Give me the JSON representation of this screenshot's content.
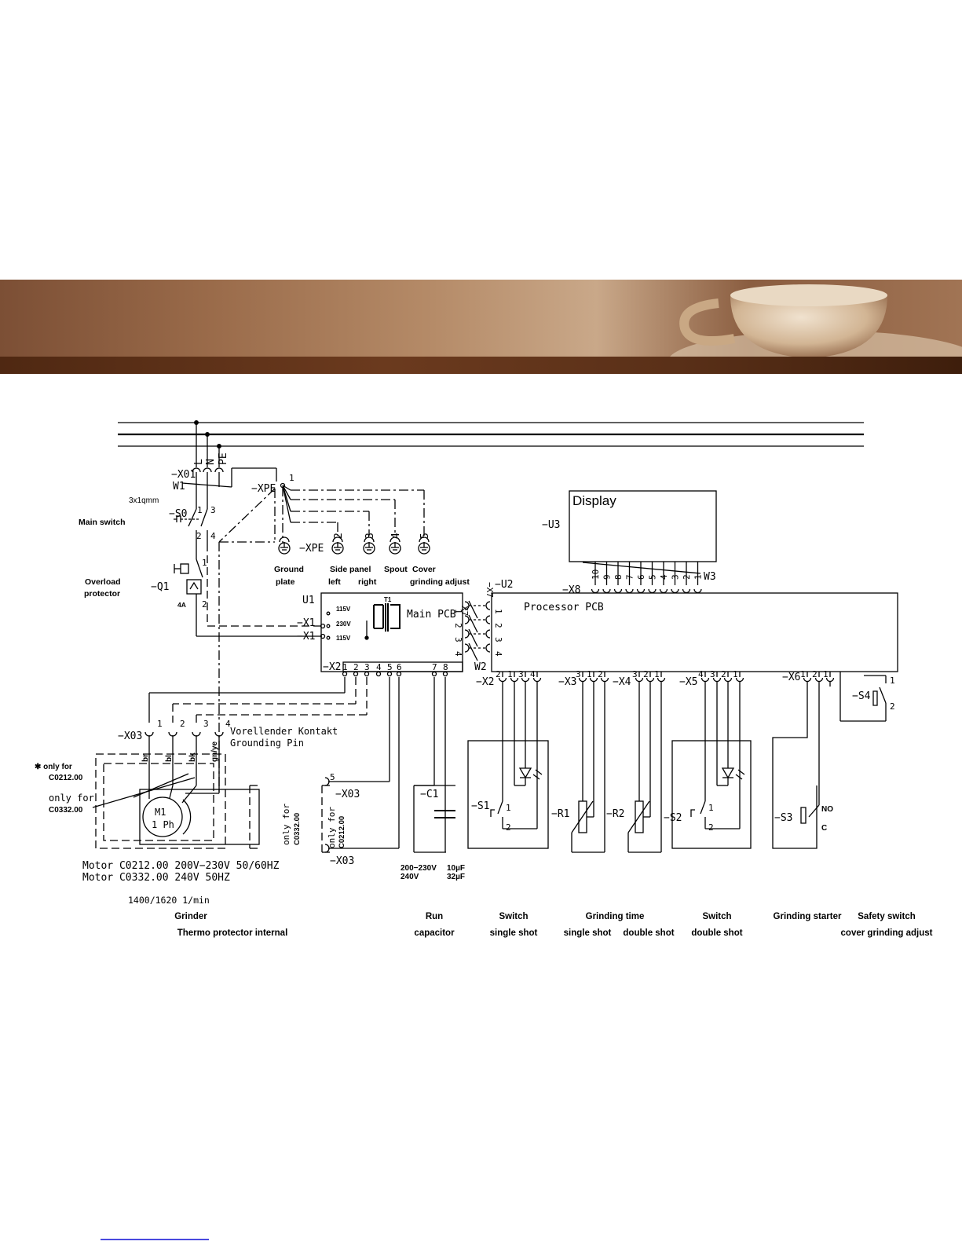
{
  "diagram": {
    "supply": {
      "l": "L",
      "n": "N",
      "pe": "PE",
      "x01": "−X01",
      "w1": "W1",
      "cable": "3x1qmm"
    },
    "xpe": "−XPE",
    "xpe2": "−XPE",
    "main_switch": {
      "label": "Main switch",
      "ref": "−S0",
      "p1": "1",
      "p2": "2",
      "p3": "3",
      "p4": "4"
    },
    "overload": {
      "label1": "Overload",
      "label2": "protector",
      "ref": "−Q1",
      "rating": "4A",
      "p1": "1",
      "p2": "2"
    },
    "grounds": [
      {
        "num": "",
        "label1": "Ground",
        "label2": "plate"
      },
      {
        "num": "2",
        "label1": "Side",
        "label2": "left"
      },
      {
        "num": "3",
        "label1": "panel",
        "label2": "right"
      },
      {
        "num": "4",
        "label1": "Spout",
        "label2": ""
      },
      {
        "num": "5",
        "label1": "Cover",
        "label2": "grinding adjust"
      }
    ],
    "xpe_pin": "1",
    "display": {
      "title": "Display",
      "ref": "−U3",
      "w3": "W3",
      "x8": "−X8",
      "pins": [
        "10",
        "9",
        "8",
        "7",
        "6",
        "5",
        "4",
        "3",
        "2",
        "1"
      ]
    },
    "main_pcb": {
      "u1": "U1",
      "title": "Main PCB",
      "x1a": "−X1",
      "x1b": "−X1",
      "x2": "−X2",
      "v115a": "115V",
      "v230": "230V",
      "v115b": "115V",
      "t1": "T1",
      "pins": [
        "1",
        "2",
        "3",
        "4",
        "5",
        "6",
        "7",
        "8"
      ]
    },
    "proc_pcb": {
      "title": "Processor PCB",
      "u2": "−U2",
      "x7": "X7",
      "x7b": "−X7",
      "w2": "W2",
      "x7pins": [
        "1",
        "2",
        "3",
        "4"
      ]
    },
    "connectors": {
      "x2": "−X2",
      "x3": "−X3",
      "x4": "−X4",
      "x5": "−X5",
      "x6": "−X6",
      "x2pins": [
        "2",
        "1",
        "3",
        "4"
      ],
      "x3pins": [
        "3",
        "1",
        "2"
      ],
      "x4pins": [
        "3",
        "2",
        "1"
      ],
      "x5pins": [
        "4",
        "3",
        "2",
        "1"
      ],
      "x6pins": [
        "1",
        "2",
        "1"
      ]
    },
    "x03": {
      "ref": "−X03",
      "pins": [
        "1",
        "2",
        "3",
        "4"
      ],
      "wires": [
        "br",
        "bl",
        "bk",
        "gn/ye"
      ],
      "note1": "Vorellender Kontakt",
      "note2": "Grounding Pin"
    },
    "only_for": {
      "star": "✱ only for",
      "c0212": "C0212.00",
      "only": "only for",
      "c0332": "C0332.00",
      "box1": "only for",
      "box1b": "C0332.00",
      "box2": "only for",
      "box2b": "C0212.00",
      "x03a": "−X03",
      "x03b": "−X03",
      "pin5": "5"
    },
    "motor": {
      "m1": "M1",
      "ph": "1 Ph",
      "line1": "Motor  C0212.00  200V−230V  50/60HZ",
      "line2": "Motor  C0332.00        240V  50HZ",
      "rpm": "1400/1620  1/min"
    },
    "capacitor": {
      "ref": "−C1",
      "v1": "200−230V",
      "v2": "240V",
      "c1": "10µF",
      "c2": "32µF"
    },
    "s1": {
      "ref": "−S1",
      "p1": "1",
      "p2": "2"
    },
    "r1": "−R1",
    "r2": "−R2",
    "s2": {
      "ref": "−S2",
      "p1": "1",
      "p2": "2"
    },
    "s3": {
      "ref": "−S3",
      "no": "NO",
      "c": "C"
    },
    "s4": {
      "ref": "−S4",
      "p1": "1",
      "p2": "2"
    },
    "captions": {
      "grinder": "Grinder",
      "thermo": "Thermo protector internal",
      "run": "Run",
      "capacitor": "capacitor",
      "switch1": "Switch",
      "single_shot1": "single shot",
      "grinding_time": "Grinding time",
      "single_shot2": "single shot",
      "double_shot1": "double shot",
      "switch2": "Switch",
      "double_shot2": "double shot",
      "grinding_starter": "Grinding starter",
      "safety_switch": "Safety switch",
      "cover_grinding": "cover grinding adjust"
    }
  }
}
